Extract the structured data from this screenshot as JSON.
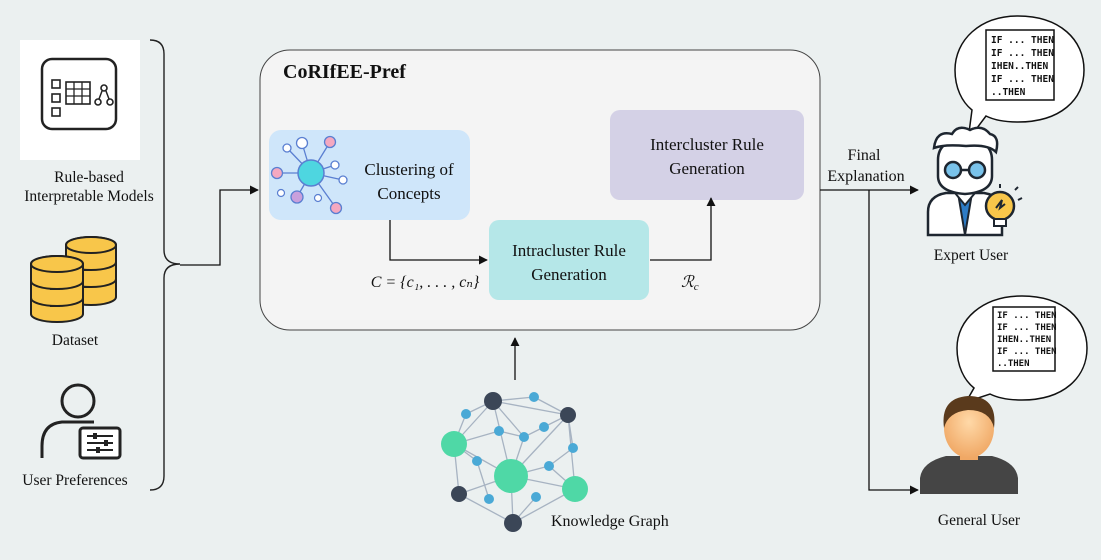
{
  "inputs": {
    "rule_models": "Rule-based Interpretable Models",
    "rule_models_line1": "Rule-based",
    "rule_models_line2": "Interpretable Models",
    "dataset": "Dataset",
    "user_prefs": "User Preferences"
  },
  "framework": {
    "title": "CoRIfEE-Pref",
    "clustering_line1": "Clustering of",
    "clustering_line2": "Concepts",
    "intracluster_line1": "Intracluster Rule",
    "intracluster_line2": "Generation",
    "intercluster_line1": "Intercluster Rule",
    "intercluster_line2": "Generation",
    "concepts_set": "C = {c₁, . . . , cₙ}",
    "rules_symbol": "ℛ",
    "rules_subscript": "c"
  },
  "knowledge_graph": "Knowledge Graph",
  "output": {
    "final_line1": "Final",
    "final_line2": "Explanation",
    "expert_user": "Expert User",
    "general_user": "General User",
    "expert_bubble": [
      "IF ... THEN",
      "IF ... THEN",
      "IHEN..THEN",
      "IF ... THEN",
      "..THEN"
    ],
    "general_bubble": [
      "IF ... THEN",
      "IF ... THEN",
      "IHEN..THEN",
      "IF ... THEN",
      "..THEN"
    ]
  },
  "colors": {
    "background": "#ebf0f0",
    "framework_fill": "#f4f4f4",
    "clustering_fill": "#cfe6fa",
    "intracluster_fill": "#b5e7e8",
    "intercluster_fill": "#d4d1e6",
    "database_yellow": "#f8c64a",
    "graph_green": "#4fd8a6",
    "graph_blue": "#4aa9d6",
    "graph_dark": "#3b4657"
  }
}
